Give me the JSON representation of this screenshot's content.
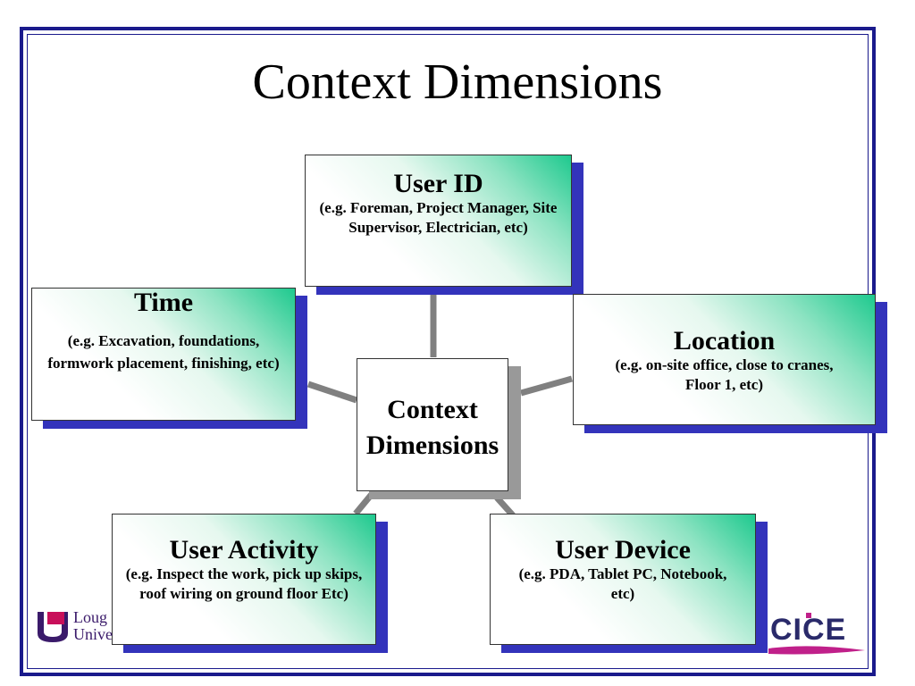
{
  "slide": {
    "title": "Context Dimensions",
    "center_line1": "Context",
    "center_line2": "Dimensions",
    "boxes": {
      "user_id": {
        "heading": "User ID",
        "description": "(e.g. Foreman, Project Manager, Site Supervisor, Electrician, etc)"
      },
      "time": {
        "heading": "Time",
        "description": "(e.g.  Excavation, foundations, formwork placement, finishing, etc)"
      },
      "location": {
        "heading": "Location",
        "description": "(e.g. on-site office, close to cranes, Floor 1, etc)"
      },
      "user_activity": {
        "heading": "User Activity",
        "description": "(e.g. Inspect the work, pick up skips, roof wiring on ground floor Etc)"
      },
      "user_device": {
        "heading": "User Device",
        "description": "(e.g. PDA, Tablet PC, Notebook, etc)"
      }
    },
    "logo_left": {
      "line1": "Loug",
      "line2": "Unive"
    },
    "logo_right": {
      "text": "CICE"
    },
    "colors": {
      "frame": "#1a1a8c",
      "box_gradient": "#1ec98e",
      "shadow": "#3333bb",
      "connector": "#808080"
    }
  }
}
